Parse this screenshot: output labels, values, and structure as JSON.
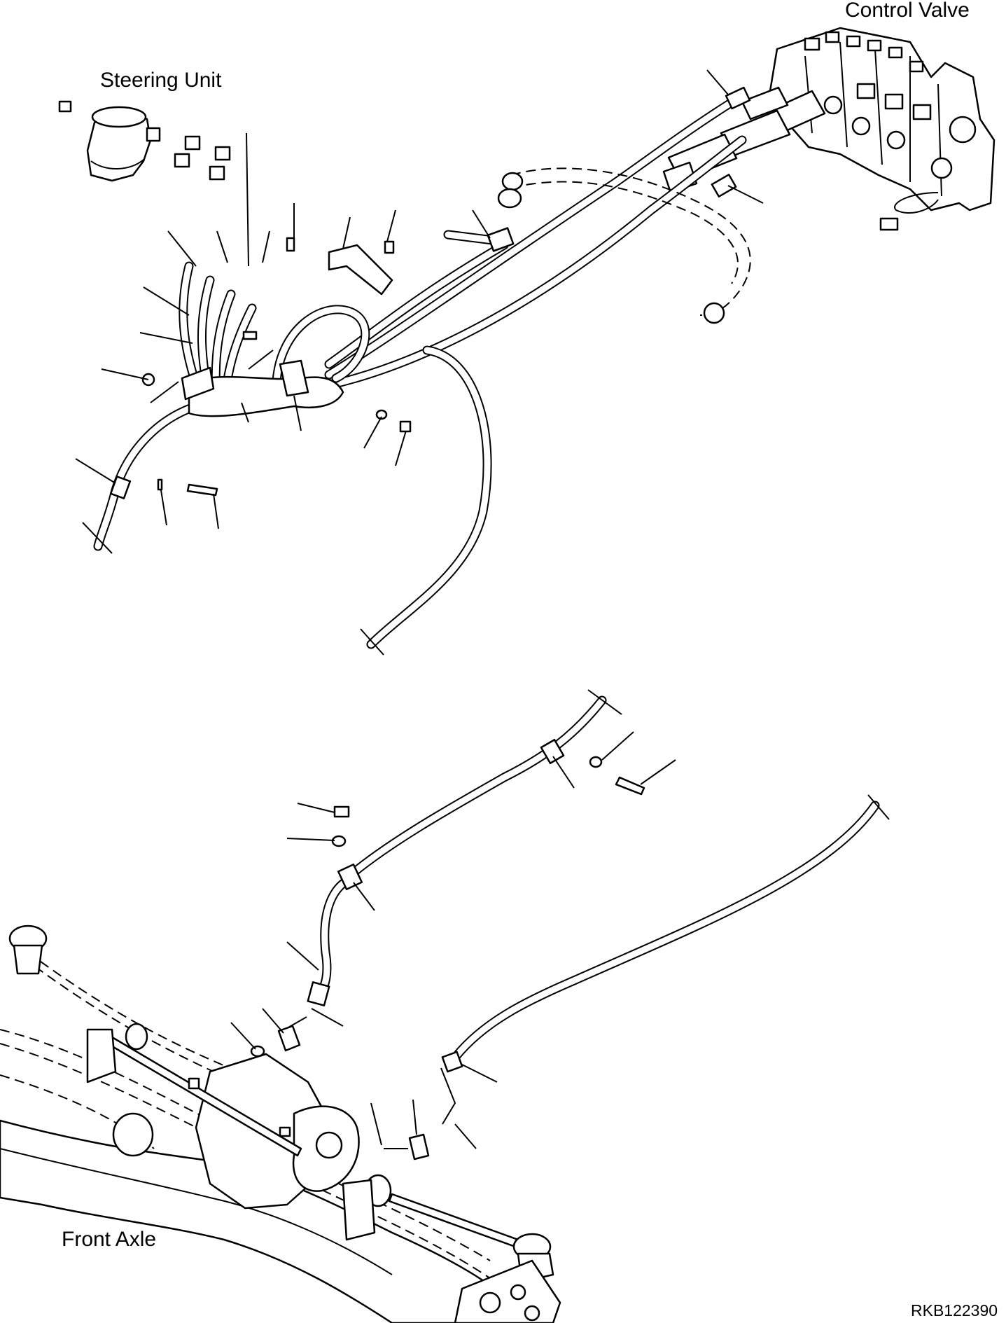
{
  "labels": {
    "control_valve": "Control Valve",
    "steering_unit": "Steering Unit",
    "front_axle": "Front Axle",
    "drawing_code": "RKB122390"
  },
  "colors": {
    "background": "#ffffff",
    "line": "#000000"
  }
}
